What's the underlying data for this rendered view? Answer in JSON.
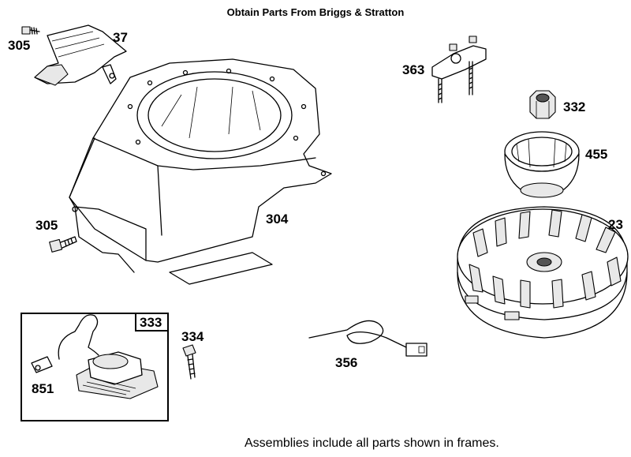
{
  "header": {
    "title": "Obtain Parts From Briggs & Stratton"
  },
  "footer": {
    "note": "Assemblies include all parts shown in frames."
  },
  "parts": {
    "screw_top": "305",
    "shield": "37",
    "blower_housing": "304",
    "screw_side": "305",
    "bracket": "363",
    "nut": "332",
    "starter_cup": "455",
    "flywheel": "23",
    "ignition_frame": "333",
    "ignition_screw": "334",
    "ground_wire": "356",
    "spark_boot": "851"
  }
}
